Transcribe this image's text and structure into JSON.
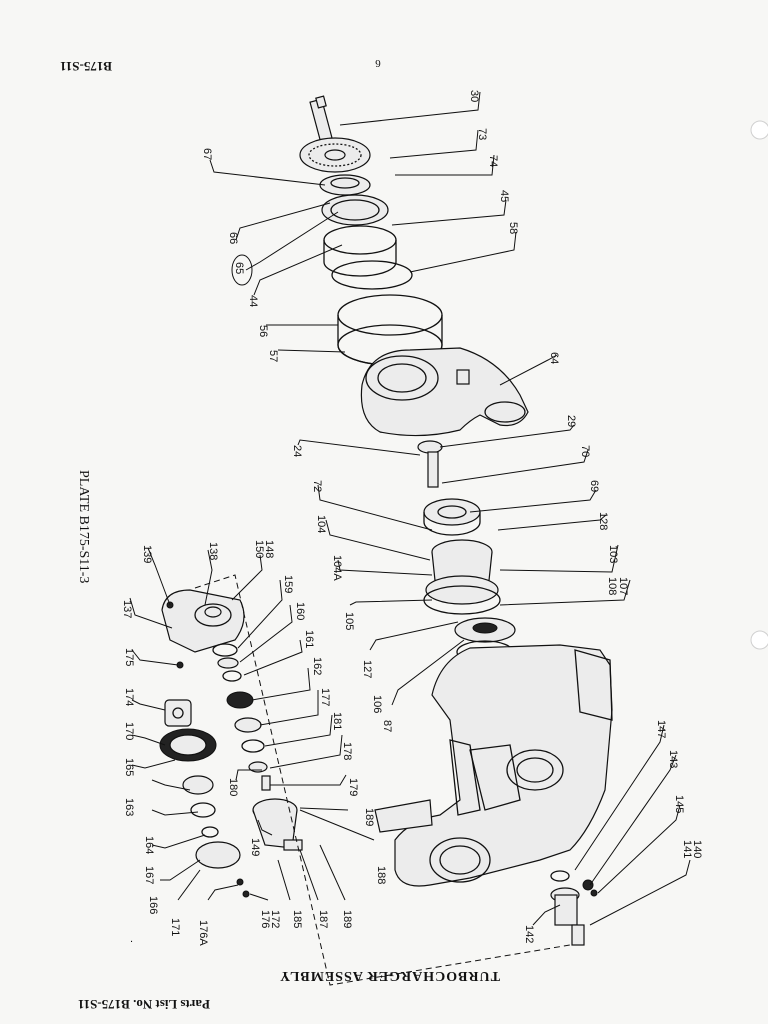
{
  "header": {
    "top_left": "B175-S11",
    "top_mark": "6",
    "plate": "PLATE B175-S11-3",
    "title": "TURBOCHARGER ASSEMBLY",
    "bottom_left": "Parts List No. B175-S11"
  },
  "callouts": {
    "c30": "30",
    "c73": "73",
    "c74": "74",
    "c67": "67",
    "c45": "45",
    "c58": "58",
    "c66": "66",
    "c65": "65",
    "c44": "44",
    "c56": "56",
    "c57": "57",
    "c64": "64",
    "c29": "29",
    "c24": "24",
    "c70": "70",
    "c72": "72",
    "c69": "69",
    "c104": "104",
    "c128": "128",
    "c104a": "104A",
    "c103": "103",
    "c107": "107",
    "c108": "108",
    "c105": "105",
    "c127": "127",
    "c106": "106",
    "c87": "87",
    "c147": "147",
    "c143": "143",
    "c145": "145",
    "c140": "140",
    "c141": "141",
    "c142": "142",
    "c138": "138",
    "c139": "139",
    "c148": "148",
    "c150": "150",
    "c137": "137",
    "c159": "159",
    "c160": "160",
    "c175": "175",
    "c161": "161",
    "c162": "162",
    "c174": "174",
    "c177": "177",
    "c170": "170",
    "c181": "181",
    "c178": "178",
    "c165": "165",
    "c179": "179",
    "c180": "180",
    "c163": "163",
    "c189a": "189",
    "c164": "164",
    "c188": "188",
    "c149": "149",
    "c167": "167",
    "c166": "166",
    "c171": "171",
    "c176a": "176A",
    "c172": "172",
    "c176": "176",
    "c185": "185",
    "c187": "187",
    "c189b": "189"
  }
}
